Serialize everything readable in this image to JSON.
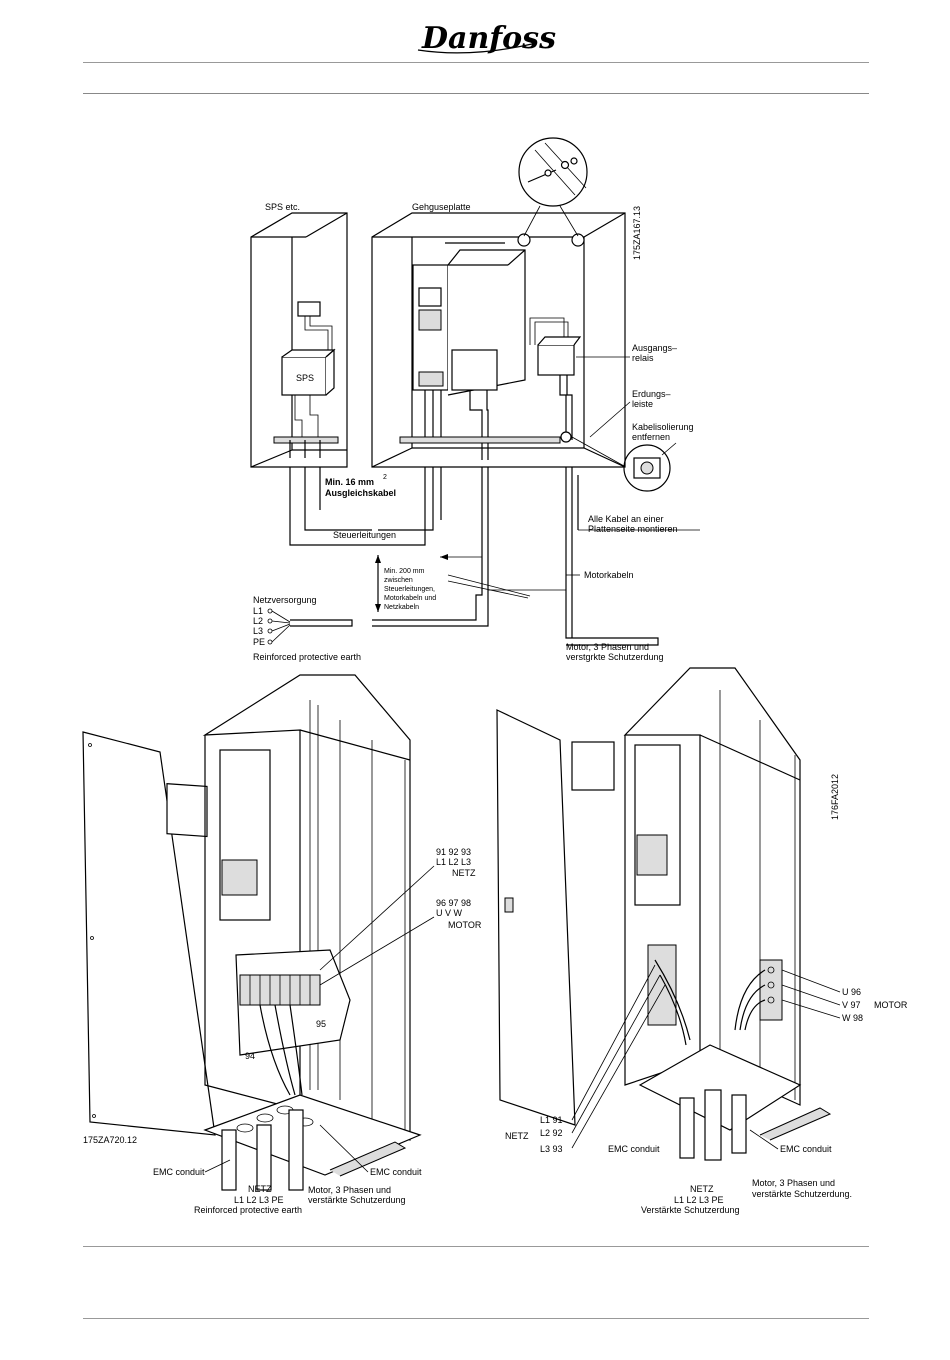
{
  "header": {
    "logo_text": "Danfoss"
  },
  "top_diagram": {
    "drawing_id": "175ZA167.13",
    "labels": {
      "sps_etc": "SPS etc.",
      "gehause": "Gehguseplatte",
      "sps": "SPS",
      "ausgangs": "Ausgangs–",
      "relais": "relais",
      "erdungs": "Erdungs–",
      "leiste": "leiste",
      "kabel_isol": "Kabelisolierung",
      "entfernen": "entfernen",
      "min16": "Min. 16 mm",
      "min16_sup": "2",
      "ausgleich": "Ausgleichskabel",
      "alle_kabel": "Alle Kabel an einer",
      "plattenseite": "Plattenseite montieren",
      "steuer": "Steuerleitungen",
      "min200_1": "Min. 200 mm",
      "min200_2": "zwischen",
      "min200_3": "Steuerleitungen,",
      "min200_4": "Motorkabeln und",
      "min200_5": "Netzkabeln",
      "motorkabeln": "Motorkabeln",
      "netzversorgung": "Netzversorgung",
      "l1": "L1",
      "l2": "L2",
      "l3": "L3",
      "pe": "PE",
      "reinforced": "Reinforced protective earth",
      "motor3_1": "Motor, 3 Phasen und",
      "motor3_2": "verstgrkte Schutzerdung"
    }
  },
  "bottom_left": {
    "drawing_id": "175ZA720.12",
    "labels": {
      "netz_nums": "91 92 93",
      "netz_phases": "L1 L2 L3",
      "netz": "NETZ",
      "motor_nums": "96 97 98",
      "motor_phases": "U  V  W",
      "motor": "MOTOR",
      "t95": "95",
      "t94": "94",
      "emc_left": "EMC conduit",
      "emc_right": "EMC conduit",
      "netz2": "NETZ",
      "l123pe": "L1 L2 L3 PE",
      "reinforced": "Reinforced protective earth",
      "motor3_1": "Motor, 3 Phasen und",
      "motor3_2": "verstärkte Schutzerdung"
    }
  },
  "bottom_right": {
    "drawing_id": "176FA2012",
    "labels": {
      "u96": "U  96",
      "v97": "V  97",
      "w98": "W  98",
      "motor": "MOTOR",
      "l1_91": "L1  91",
      "l2_92": "L2  92",
      "l3_93": "L3  93",
      "netz_side": "NETZ",
      "emc_left": "EMC conduit",
      "emc_right": "EMC conduit",
      "netz2": "NETZ",
      "l123pe": "L1  L2  L3  PE",
      "verstaerkt": "Verstärkte Schutzerdung",
      "motor3_1": "Motor, 3 Phasen und",
      "motor3_2": "verstärkte Schutzerdung."
    }
  }
}
